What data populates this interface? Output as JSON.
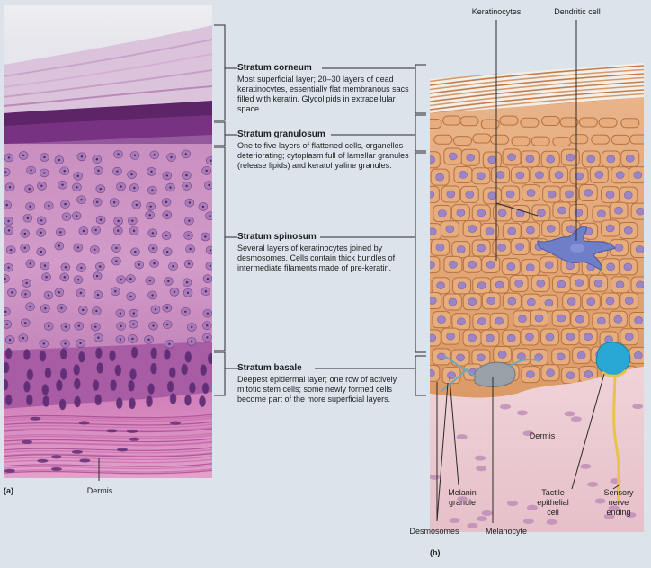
{
  "figure": {
    "panel_a_label": "(a)",
    "panel_b_label": "(b)",
    "panel_a_bottom_label": "Dermis",
    "layers": [
      {
        "name": "Stratum corneum",
        "description": "Most superficial layer; 20–30 layers of dead keratinocytes, essentially flat membranous sacs filled with keratin. Glycolipids in extracellular space."
      },
      {
        "name": "Stratum granulosum",
        "description": "One to five layers of flattened cells, organelles deteriorating; cytoplasm full of lamellar granules (release lipids) and keratohyaline granules."
      },
      {
        "name": "Stratum spinosum",
        "description": "Several layers of keratinocytes joined by desmosomes. Cells contain thick bundles of intermediate filaments made of pre-keratin."
      },
      {
        "name": "Stratum basale",
        "description": "Deepest epidermal layer; one row of actively mitotic stem cells; some newly formed cells become part of the more superficial layers."
      }
    ],
    "panel_b_labels": {
      "keratinocytes": "Keratinocytes",
      "dendritic_cell": "Dendritic cell",
      "dermis": "Dermis",
      "melanin_granule": "Melanin granule",
      "tactile_epithelial_cell": "Tactile epithelial cell",
      "sensory_nerve_ending": "Sensory nerve ending",
      "desmosomes": "Desmosomes",
      "melanocyte": "Melanocyte"
    }
  },
  "colors": {
    "histo_pink": "#d79ac8",
    "histo_purple": "#8a3f8c",
    "histo_dark": "#4a1a55",
    "drawing_tan": "#e4a878",
    "drawing_cell_line": "#b5733f",
    "drawing_nucleus": "#9b85c6",
    "drawing_dermis": "#e9c7cf",
    "dendritic_cell": "#6f7fc7",
    "tactile_cell": "#29a8d6",
    "nerve": "#e8c34a",
    "background": "#dce3ea"
  }
}
